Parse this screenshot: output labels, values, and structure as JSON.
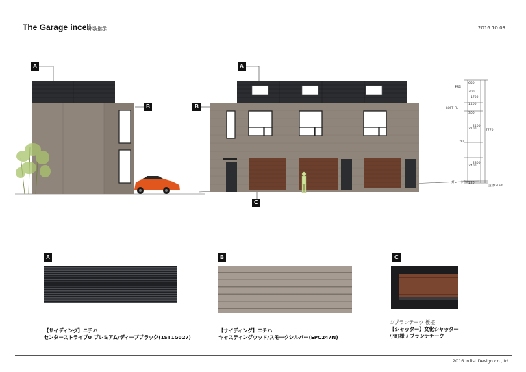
{
  "header": {
    "title": "The Garage incell",
    "subtitle": "外装指示",
    "date": "2016.10.03"
  },
  "footer": {
    "copyright": "2016 infist Design co.,ltd"
  },
  "tags": {
    "a": "A",
    "b": "B",
    "c": "C"
  },
  "elevation_dims": {
    "level_labels": [
      "軒高",
      "LOFT FL",
      "2FL",
      "ガレージFL",
      "設計GL±0"
    ],
    "segment_values": [
      "650",
      "300",
      "1700",
      "1400",
      "300",
      "2400",
      "2100",
      "2800",
      "2400",
      "120"
    ],
    "total_height": "7770"
  },
  "materials": {
    "a": {
      "tag": "A",
      "line1": "【サイディング】ニチハ",
      "line2": "センターストライプU プレミアム/ディープブラック(1ST1G027)"
    },
    "b": {
      "tag": "B",
      "line1": "【サイディング】ニチハ",
      "line2": "キャスティングウッド/スモークシルバー(EPC247N)"
    },
    "c": {
      "tag": "C",
      "note": "①ブランチーク 板柾",
      "line1": "【シャッター】文化シャッター",
      "line2": "小町様 / ブランチチーク"
    }
  },
  "colors": {
    "black_siding": "#2b2d31",
    "wood_siding": "#8f857b",
    "shutter": "#6b3f2c",
    "car": "#e0561c",
    "figure": "#cfe39a"
  }
}
